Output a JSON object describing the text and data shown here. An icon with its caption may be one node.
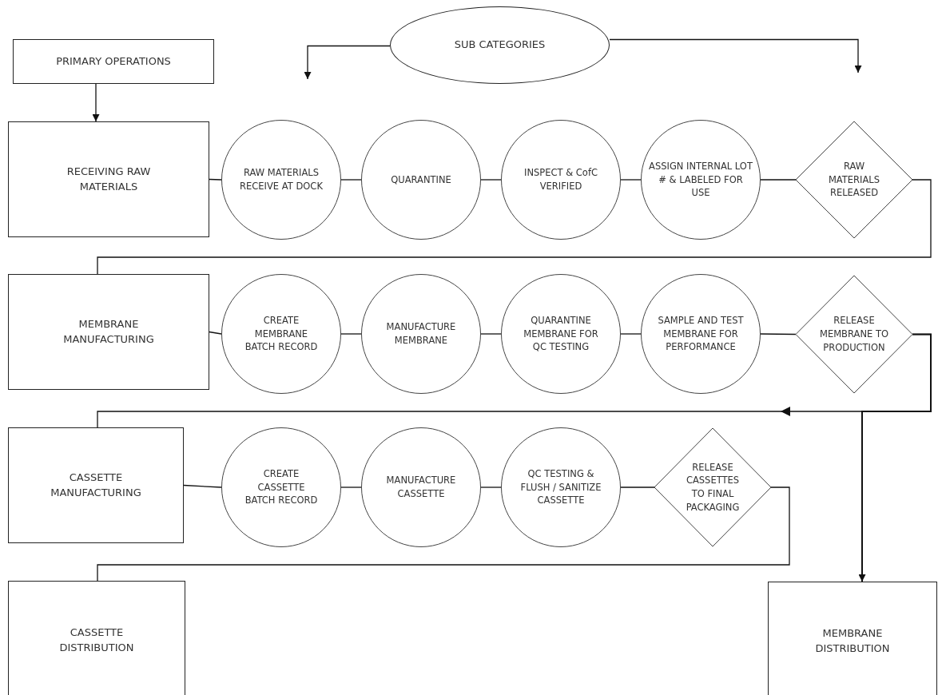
{
  "diagram": {
    "nodes": [
      {
        "text": [
          "PRIMARY OPERATIONS"
        ]
      },
      {
        "text": [
          "SUB CATEGORIES"
        ]
      },
      {
        "text": [
          "RECEIVING RAW MATERIALS"
        ]
      },
      {
        "text": [
          "RAW MATERIALS RECEIVE AT DOCK"
        ]
      },
      {
        "text": [
          "QUARANTINE"
        ]
      },
      {
        "text": [
          "INSPECT & CofC VERIFIED"
        ]
      },
      {
        "text": [
          "ASSIGN INTERNAL LOT # & LABELED FOR USE"
        ]
      },
      {
        "text": [
          "RAW MATERIALS RELEASED"
        ]
      },
      {
        "text": [
          "MEMBRANE MANUFACTURING"
        ]
      },
      {
        "text": [
          "CREATE MEMBRANE BATCH RECORD"
        ]
      },
      {
        "text": [
          "MANUFACTURE MEMBRANE"
        ]
      },
      {
        "text": [
          "QUARANTINE MEMBRANE FOR QC TESTING"
        ]
      },
      {
        "text": [
          "SAMPLE AND TEST MEMBRANE FOR PERFORMANCE"
        ]
      },
      {
        "text": [
          "RELEASE MEMBRANE TO PRODUCTION"
        ]
      },
      {
        "text": [
          "CASSETTE MANUFACTURING"
        ]
      },
      {
        "text": [
          "CREATE CASSETTE BATCH RECORD"
        ]
      },
      {
        "text": [
          "MANUFACTURE CASSETTE"
        ]
      },
      {
        "text": [
          "QC TESTING & FLUSH / SANITIZE CASSETTE"
        ]
      },
      {
        "text": [
          "RELEASE CASSETTES TO FINAL PACKAGING"
        ]
      },
      {
        "text": [
          "CASSETTE DISTRIBUTION"
        ]
      },
      {
        "text": [
          "MEMBRANE DISTRIBUTION"
        ]
      }
    ],
    "edges": [
      {
        "from": 0,
        "to": 2,
        "arrow": "to"
      },
      {
        "from": 1,
        "to": null,
        "arrow": "to"
      },
      {
        "from": 1,
        "to": null,
        "arrow": "to"
      },
      {
        "from": 2,
        "to": 3,
        "arrow": "none"
      },
      {
        "from": 3,
        "to": 4,
        "arrow": "none"
      },
      {
        "from": 4,
        "to": 5,
        "arrow": "none"
      },
      {
        "from": 5,
        "to": 6,
        "arrow": "none"
      },
      {
        "from": 6,
        "to": 7,
        "arrow": "none"
      },
      {
        "from": 7,
        "to": 8,
        "arrow": "none"
      },
      {
        "from": 8,
        "to": 9,
        "arrow": "none"
      },
      {
        "from": 9,
        "to": 10,
        "arrow": "none"
      },
      {
        "from": 10,
        "to": 11,
        "arrow": "none"
      },
      {
        "from": 11,
        "to": 12,
        "arrow": "none"
      },
      {
        "from": 12,
        "to": 13,
        "arrow": "none"
      },
      {
        "from": 13,
        "to": 14,
        "arrow": "to"
      },
      {
        "from": 13,
        "to": 20,
        "arrow": "to"
      },
      {
        "from": 14,
        "to": 15,
        "arrow": "none"
      },
      {
        "from": 15,
        "to": 16,
        "arrow": "none"
      },
      {
        "from": 16,
        "to": 17,
        "arrow": "none"
      },
      {
        "from": 17,
        "to": 18,
        "arrow": "none"
      },
      {
        "from": 18,
        "to": 19,
        "arrow": "none"
      }
    ]
  }
}
